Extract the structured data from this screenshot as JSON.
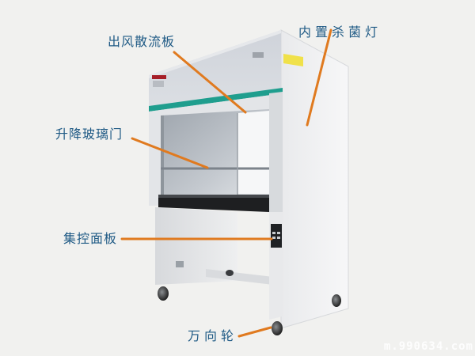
{
  "figure": {
    "subject": "laminar flow clean bench",
    "background_color": "#f1f1ef",
    "leader_line_color": "#e07a1f",
    "label_color": "#1f5a85",
    "accent_stripe_color": "#1f9e8e"
  },
  "labels": [
    {
      "id": "diffuser",
      "text": "出风散流板"
    },
    {
      "id": "uv-lamp",
      "text": "内置杀菌灯"
    },
    {
      "id": "glass-door",
      "text": "升降玻璃门"
    },
    {
      "id": "control-panel",
      "text": "集控面板"
    },
    {
      "id": "casters",
      "text": "万向轮"
    }
  ],
  "watermark": {
    "text": "m.990634.com"
  }
}
